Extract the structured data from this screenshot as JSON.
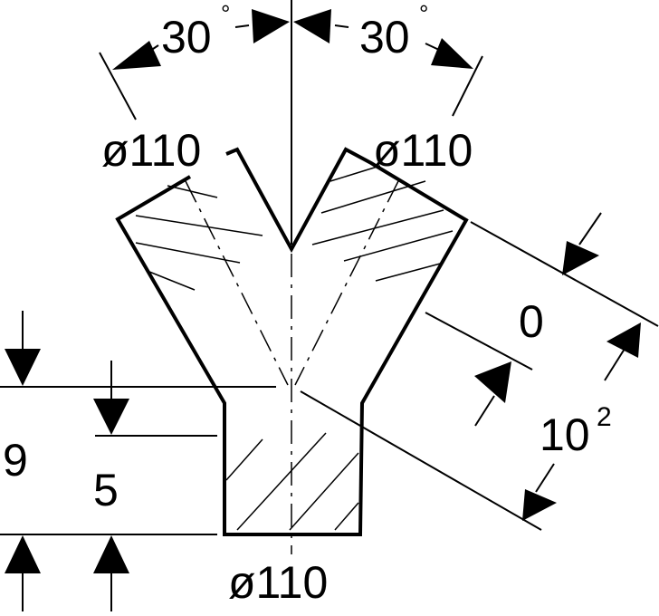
{
  "diagram": {
    "labels": {
      "angle_left": "30",
      "angle_right": "30",
      "degree": "°",
      "dia_top_left": "ø110",
      "dia_top_right": "ø110",
      "dia_bottom": "ø110",
      "gap_dim": "0",
      "depth_base": "10",
      "depth_exp": "2",
      "height_total": "9",
      "height_root": "5"
    },
    "colors": {
      "ink": "#000000",
      "paper": "#ffffff"
    }
  }
}
